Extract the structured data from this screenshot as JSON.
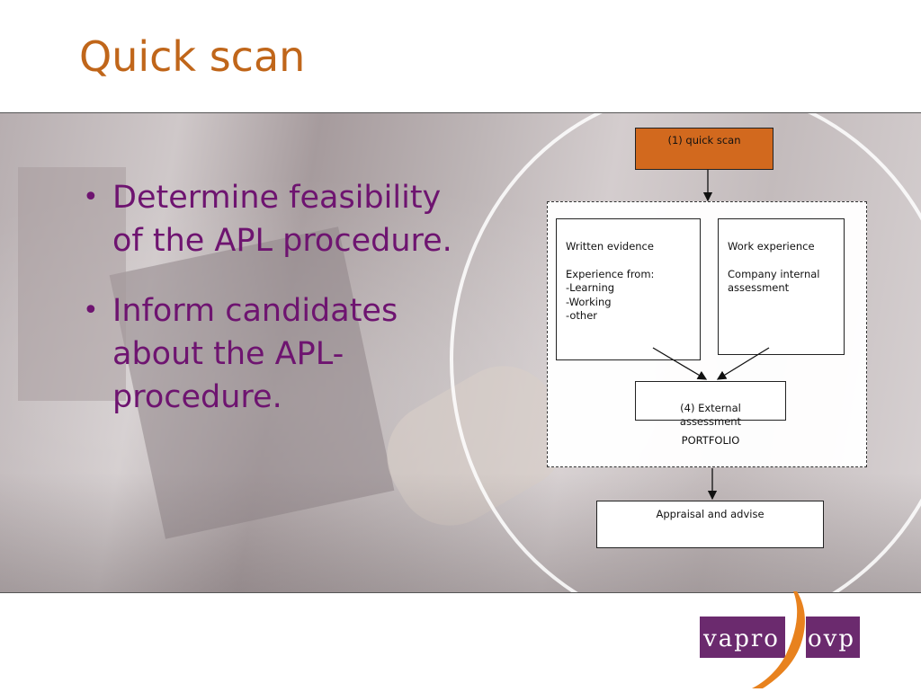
{
  "slide": {
    "title": "Quick scan",
    "bullets": [
      "Determine feasibility of the APL procedure.",
      "Inform candidates about the APL-procedure."
    ]
  },
  "diagram": {
    "quick_scan": "(1) quick scan",
    "written_evidence": "Written evidence\n\nExperience from:\n-Learning\n-Working\n-other",
    "work_experience": "Work experience\n\nCompany internal\nassessment",
    "external_assessment": "(4) External\nassessment",
    "portfolio": "PORTFOLIO",
    "appraisal": "Appraisal and advise"
  },
  "logo": {
    "left_text": "vapro",
    "right_text": "ovp"
  },
  "colors": {
    "title": "#c0661a",
    "bullet_text": "#6e1470",
    "quick_scan_box": "#d2691e",
    "logo_purple": "#6b2a6e",
    "logo_orange": "#e8821e"
  }
}
